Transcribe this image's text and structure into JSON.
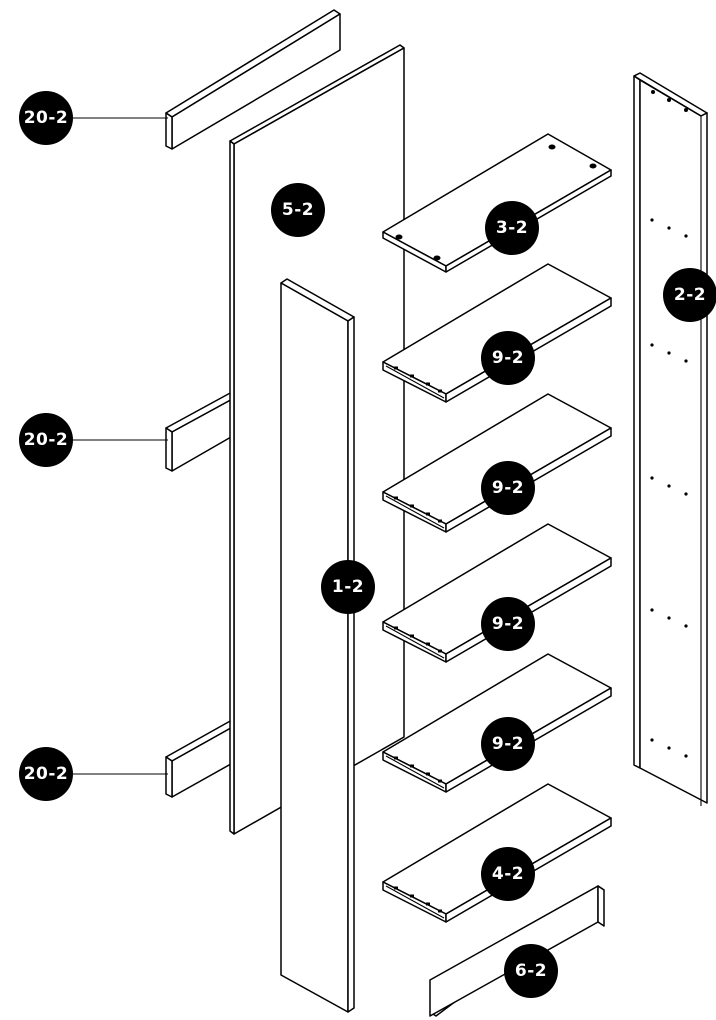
{
  "labels": {
    "cleat_top": "20-2",
    "cleat_mid": "20-2",
    "cleat_bottom": "20-2",
    "back_panel": "5-2",
    "top_panel": "3-2",
    "side_panel_right": "2-2",
    "shelf_1": "9-2",
    "shelf_2": "9-2",
    "shelf_3": "9-2",
    "shelf_4": "9-2",
    "side_panel_left": "1-2",
    "bottom_panel": "4-2",
    "kick_plate": "6-2"
  },
  "colors": {
    "line": "#000000",
    "fill": "#ffffff",
    "badge": "#000000",
    "badge_text": "#ffffff"
  }
}
